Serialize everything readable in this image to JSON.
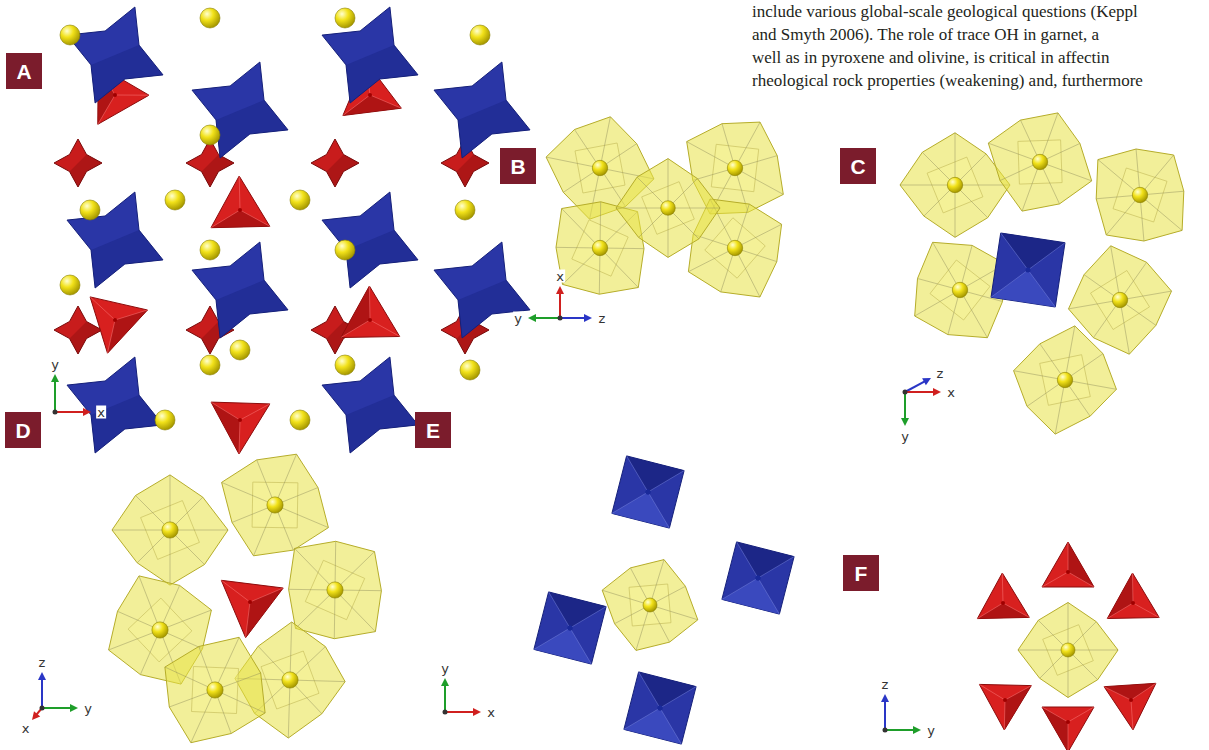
{
  "diagram": {
    "nodes": [
      {
        "text": [
          "A"
        ]
      },
      {
        "text": [
          "B"
        ]
      },
      {
        "text": [
          "C"
        ]
      },
      {
        "text": [
          "D"
        ]
      },
      {
        "text": [
          "E"
        ]
      },
      {
        "text": [
          "F"
        ]
      }
    ],
    "labels": [
      "include various global-scale geological questions (Keppl",
      "and Smyth 2006). The role of trace OH in garnet, a",
      "well as in pyroxene and olivine, is critical in affectin",
      "rheological rock properties (weakening) and, furthermore",
      "y",
      "x",
      "x",
      "y",
      "z",
      "z",
      "x",
      "y",
      "z",
      "x",
      "y",
      "y",
      "x",
      "z",
      "y"
    ]
  }
}
